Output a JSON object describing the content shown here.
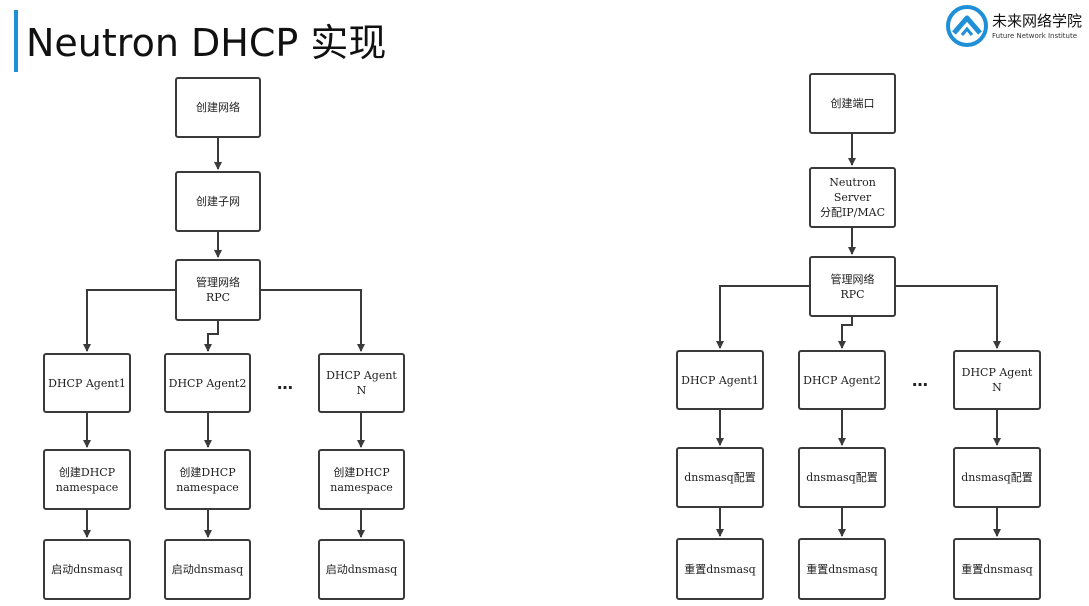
{
  "title": "Neutron DHCP 实现",
  "logo": {
    "cn": "未来网络学院",
    "en": "Future Network Institute"
  },
  "colors": {
    "accent": "#1f8fd8",
    "line": "#3a3a3a"
  },
  "left_flow": {
    "create_network": "创建网络",
    "create_subnet": "创建子网",
    "mgmt_rpc": "管理网络\nRPC",
    "agent1": "DHCP Agent1",
    "agent2": "DHCP Agent2",
    "agentn": "DHCP Agent\nN",
    "ellipsis": "…",
    "ns1": "创建DHCP\nnamespace",
    "ns2": "创建DHCP\nnamespace",
    "nsn": "创建DHCP\nnamespace",
    "start1": "启动dnsmasq",
    "start2": "启动dnsmasq",
    "startn": "启动dnsmasq"
  },
  "right_flow": {
    "create_port": "创建端口",
    "server_alloc": "Neutron Server\n分配IP/MAC",
    "mgmt_rpc": "管理网络\nRPC",
    "agent1": "DHCP Agent1",
    "agent2": "DHCP Agent2",
    "agentn": "DHCP Agent\nN",
    "ellipsis": "…",
    "cfg1": "dnsmasq配置",
    "cfg2": "dnsmasq配置",
    "cfgn": "dnsmasq配置",
    "restart1": "重置dnsmasq",
    "restart2": "重置dnsmasq",
    "restartn": "重置dnsmasq"
  }
}
